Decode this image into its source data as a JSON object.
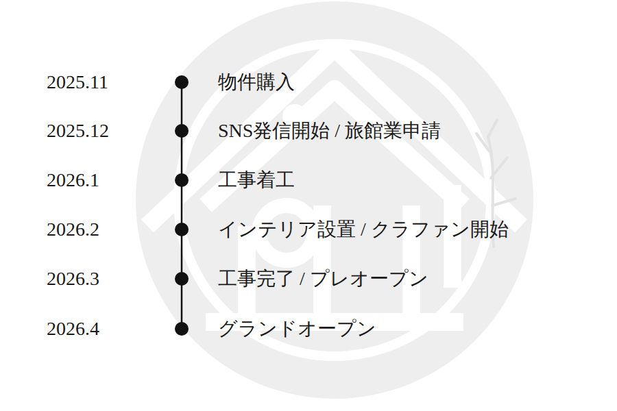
{
  "diagram": {
    "labels": [
      "2025.11",
      "物件購入",
      "2025.12",
      "SNS発信開始 / 旅館業申請",
      "2026.1",
      "工事着工",
      "2026.2",
      "インテリア設置 / クラファン開始",
      "2026.3",
      "工事完了 / プレオープン",
      "2026.4",
      "グランドオープン"
    ]
  }
}
